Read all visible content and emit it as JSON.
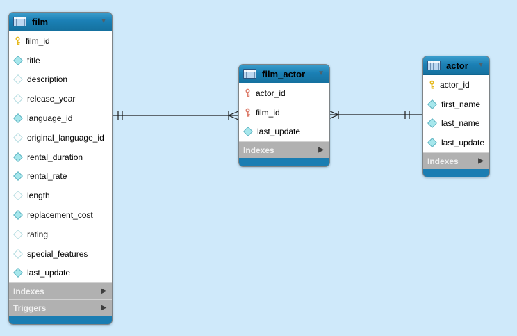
{
  "ui": {
    "collapse_arrow": "▼",
    "section_arrow": "▶",
    "colors": {
      "canvas_background": "#cfe9fa",
      "table_header_blue": "#1b80b5",
      "section_bar_gray": "#b1b1b1",
      "primary_key_yellow": "#e5b91f",
      "foreign_key_red": "#dd7f6e",
      "notnull_diamond_fill": "#a6e7ec",
      "relationship_line": "#1c1c1c"
    }
  },
  "tables": [
    {
      "name": "film",
      "columns": [
        {
          "label": "film_id",
          "icon": "primary-key-icon"
        },
        {
          "label": "title",
          "icon": "notnull-diamond-icon"
        },
        {
          "label": "description",
          "icon": "nullable-diamond-icon"
        },
        {
          "label": "release_year",
          "icon": "nullable-diamond-icon"
        },
        {
          "label": "language_id",
          "icon": "notnull-diamond-icon"
        },
        {
          "label": "original_language_id",
          "icon": "nullable-diamond-icon"
        },
        {
          "label": "rental_duration",
          "icon": "notnull-diamond-icon"
        },
        {
          "label": "rental_rate",
          "icon": "notnull-diamond-icon"
        },
        {
          "label": "length",
          "icon": "nullable-diamond-icon"
        },
        {
          "label": "replacement_cost",
          "icon": "notnull-diamond-icon"
        },
        {
          "label": "rating",
          "icon": "nullable-diamond-icon"
        },
        {
          "label": "special_features",
          "icon": "nullable-diamond-icon"
        },
        {
          "label": "last_update",
          "icon": "notnull-diamond-icon"
        }
      ],
      "sections": [
        {
          "label": "Indexes"
        },
        {
          "label": "Triggers"
        }
      ]
    },
    {
      "name": "film_actor",
      "columns": [
        {
          "label": "actor_id",
          "icon": "foreign-primary-key-icon"
        },
        {
          "label": "film_id",
          "icon": "foreign-primary-key-icon"
        },
        {
          "label": "last_update",
          "icon": "notnull-diamond-icon"
        }
      ],
      "sections": [
        {
          "label": "Indexes"
        }
      ]
    },
    {
      "name": "actor",
      "columns": [
        {
          "label": "actor_id",
          "icon": "primary-key-icon"
        },
        {
          "label": "first_name",
          "icon": "notnull-diamond-icon"
        },
        {
          "label": "last_name",
          "icon": "notnull-diamond-icon"
        },
        {
          "label": "last_update",
          "icon": "notnull-diamond-icon"
        }
      ],
      "sections": [
        {
          "label": "Indexes"
        }
      ]
    }
  ],
  "relationships": [
    {
      "from_table": "film",
      "to_table": "film_actor",
      "from_cardinality": "one-and-only-one",
      "to_cardinality": "one-or-many",
      "notation": "||———|<"
    },
    {
      "from_table": "film_actor",
      "to_table": "actor",
      "from_cardinality": "one-or-many",
      "to_cardinality": "one-and-only-one",
      "notation": ">|———||"
    }
  ]
}
